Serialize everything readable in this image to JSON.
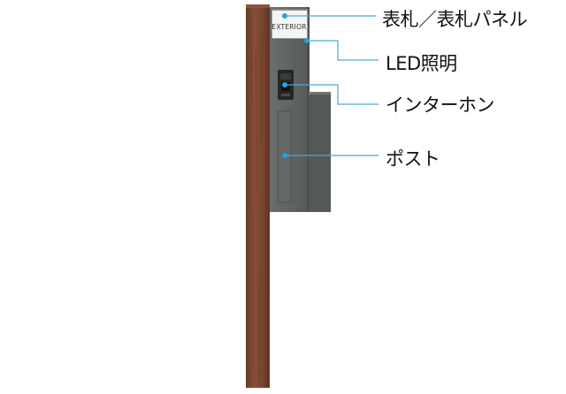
{
  "diagram": {
    "plate_text": "EXTERIOR",
    "callouts": [
      {
        "id": "nameplate",
        "label": "表札／表札パネル"
      },
      {
        "id": "led",
        "label": "LED照明"
      },
      {
        "id": "intercom",
        "label": "インターホン"
      },
      {
        "id": "mailbox",
        "label": "ポスト"
      }
    ]
  },
  "colors": {
    "wood": "#7a4530",
    "wood_dark": "#5e3222",
    "wood_light": "#8d5540",
    "metal": "#5c605d",
    "metal_dark": "#4a4e4c",
    "metal_light": "#6e7270",
    "box_side": "#555956",
    "plate": "#f4f5f4",
    "leader": "#4aa8dc",
    "dot": "#1fa0e0",
    "intercom_body": "#262626"
  }
}
